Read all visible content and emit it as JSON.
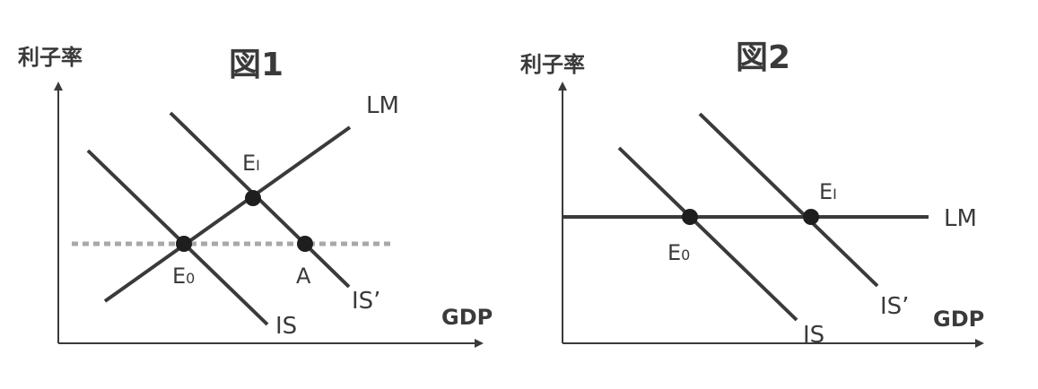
{
  "figure1": {
    "title": "図1",
    "y_axis_label": "利子率",
    "x_axis_label": "GDP",
    "curves": {
      "lm": "LM",
      "is": "IS",
      "is_shifted": "IS’"
    },
    "points": {
      "e0_main": "E",
      "e0_sub": "0",
      "e1_main": "E",
      "e1_sub": "I",
      "a": "A"
    }
  },
  "figure2": {
    "title": "図2",
    "y_axis_label": "利子率",
    "x_axis_label": "GDP",
    "curves": {
      "lm": "LM",
      "is": "IS",
      "is_shifted": "IS’"
    },
    "points": {
      "e0_main": "E",
      "e0_sub": "0",
      "e1_main": "E",
      "e1_sub": "I"
    }
  },
  "colors": {
    "line": "#3a3a3a",
    "dashed": "#a8a8a8"
  }
}
